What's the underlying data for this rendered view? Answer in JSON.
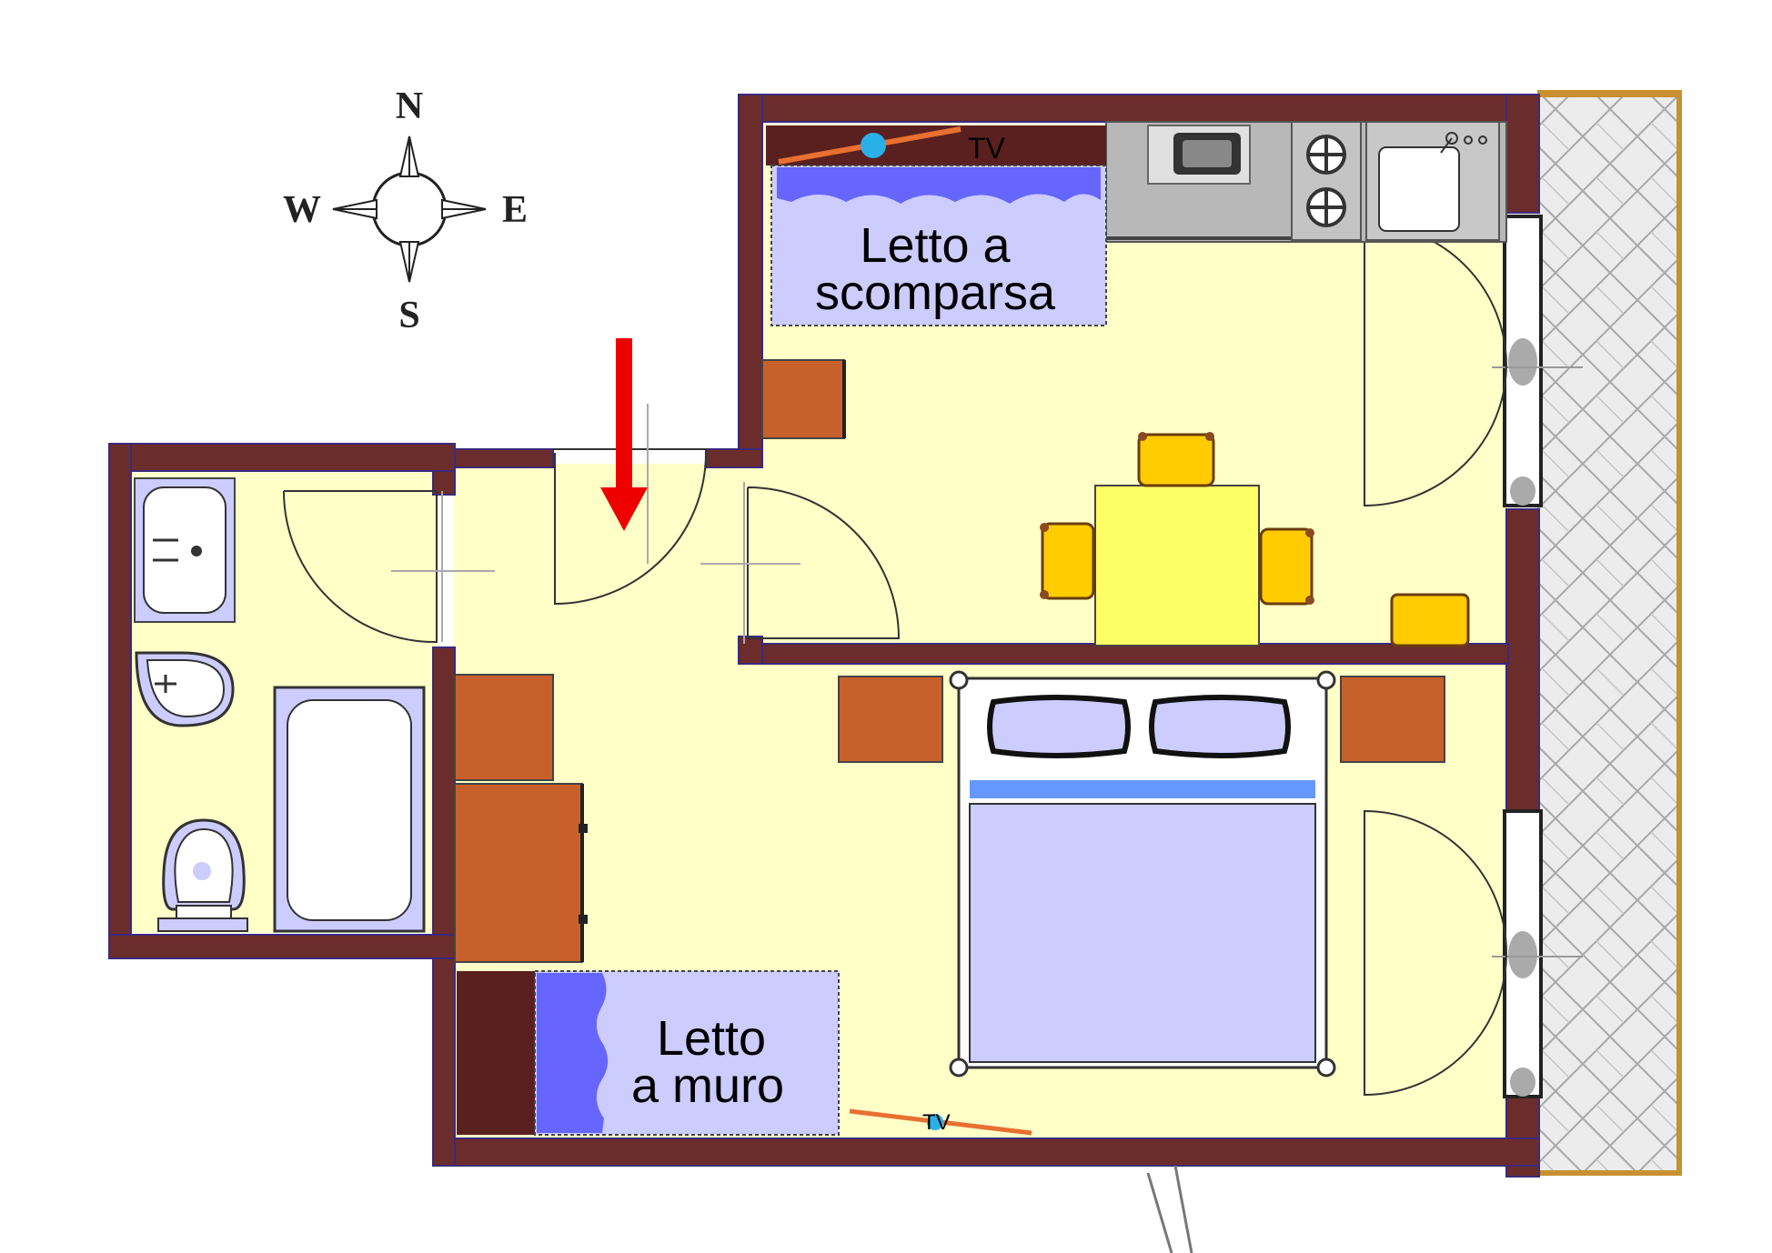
{
  "labels": {
    "murphy_bed_top": [
      "Letto a",
      "scomparsa"
    ],
    "murphy_bed_bottom": [
      "Letto",
      "a muro"
    ],
    "tv_kitchen": "TV",
    "tv_bedroom": "TV"
  },
  "compass": {
    "north": "N",
    "south": "S",
    "east": "E",
    "west": "W"
  },
  "colors": {
    "wall": "#6b2c2c",
    "wall_edge": "#3c2a7a",
    "floor": "#ffffc8",
    "furniture_wood": "#c8602c",
    "bed_fill": "#ccccff",
    "bed_band": "#6666ff",
    "chair": "#ffcc00",
    "table": "#ffff66",
    "balcony_frame": "#c89030",
    "entrance_arrow": "#ee0000",
    "kitchen_counter": "#b8b8b8",
    "tv_stand": "#5a2020"
  },
  "icons": [
    "compass-rose-icon",
    "entrance-arrow-icon",
    "microwave-icon",
    "stove-icon",
    "sink-icon",
    "toilet-icon",
    "bidet-icon",
    "bathtub-icon"
  ]
}
